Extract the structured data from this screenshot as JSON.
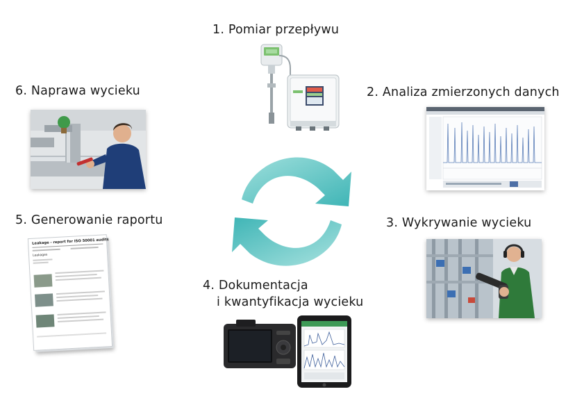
{
  "steps": [
    {
      "label": "1. Pomiar przepływu"
    },
    {
      "label": "2. Analiza zmierzonych danych"
    },
    {
      "label": "3. Wykrywanie wycieku"
    },
    {
      "label": "4. Dokumentacja",
      "label2": "i kwantyfikacja wycieku"
    },
    {
      "label": "5. Generowanie raportu"
    },
    {
      "label": "6. Naprawa wycieku"
    }
  ],
  "report": {
    "title": "Leakage - report for ISO 50001 audits",
    "heading": "Leakages"
  },
  "colors": {
    "cycle": "#4cbdbd",
    "cycle_light": "#8fd8d6",
    "device_green": "#3d9a56",
    "jacket": "#2f7a3a"
  }
}
